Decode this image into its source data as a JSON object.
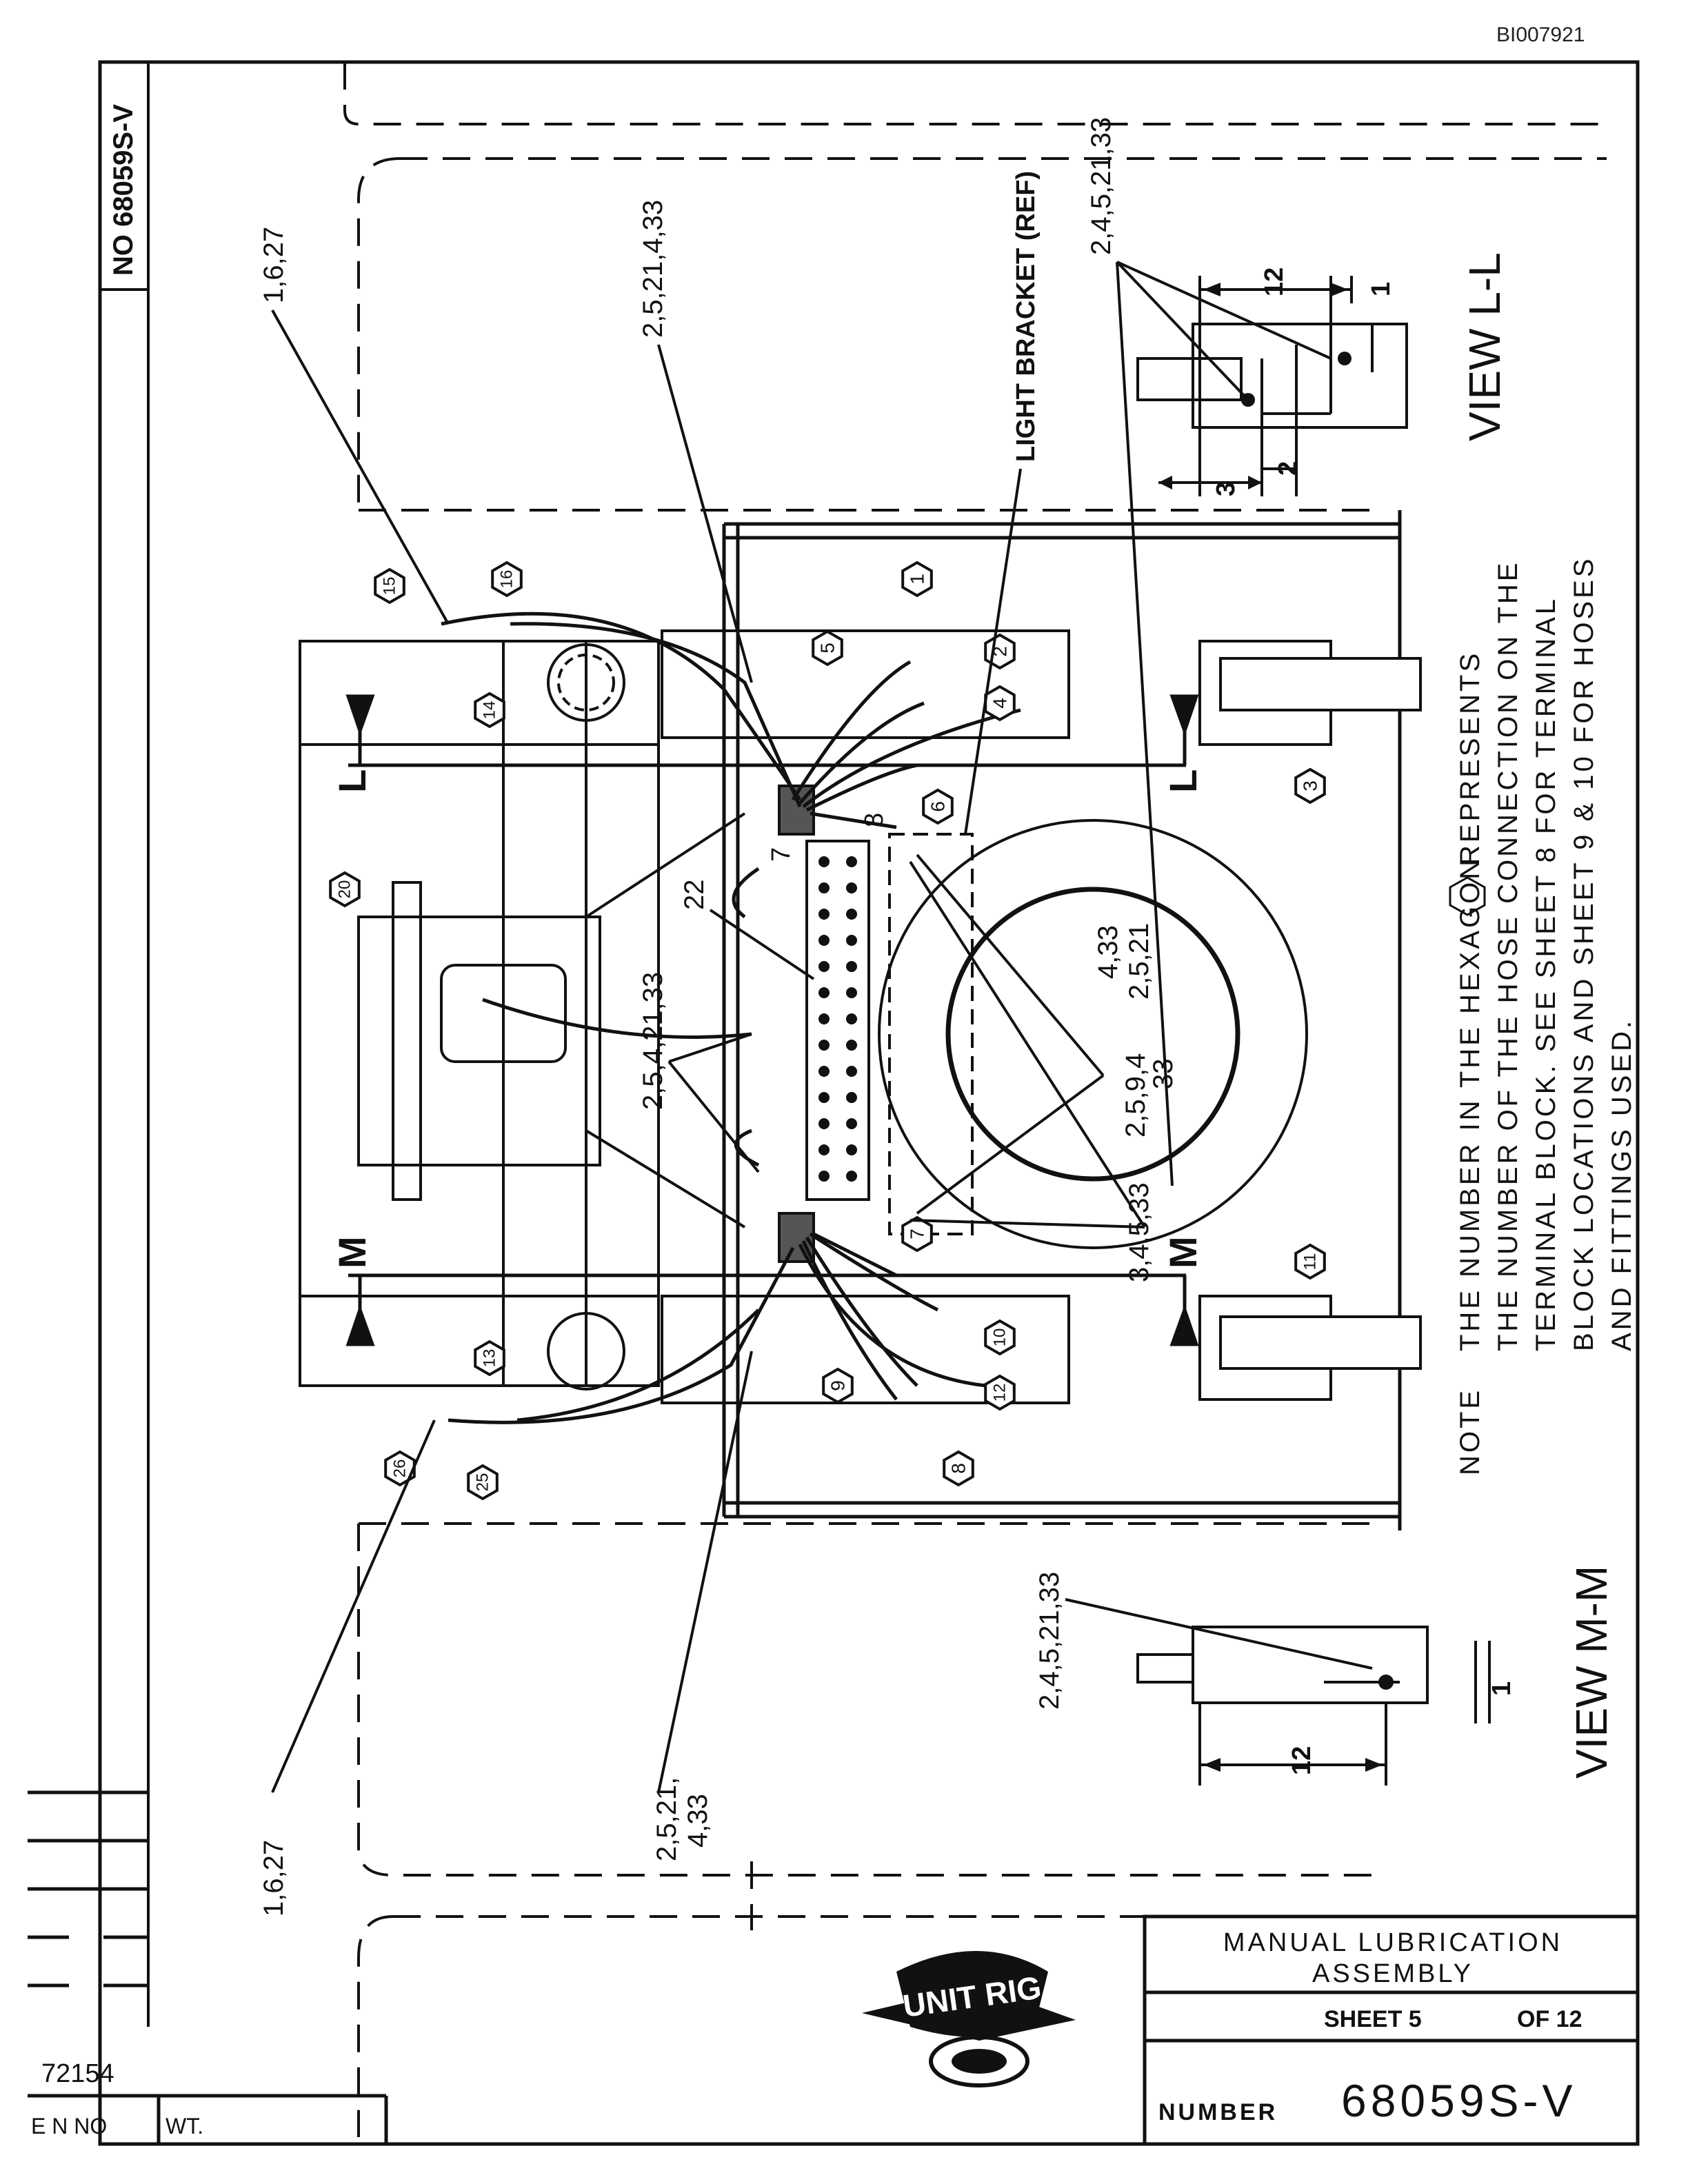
{
  "header": {
    "doc_id": "BI007921"
  },
  "side_number": "NO 68059S-V",
  "note": {
    "label": "NOTE",
    "lines": [
      "THE NUMBER IN THE HEXAGON",
      "REPRESENTS",
      "THE NUMBER OF THE HOSE CONNECTION ON THE",
      "TERMINAL BLOCK. SEE SHEET 8 FOR TERMINAL",
      "BLOCK LOCATIONS AND SHEET  9 & 10 FOR HOSES",
      "AND FITTINGS USED."
    ]
  },
  "views": {
    "ll": "VIEW L-L",
    "mm": "VIEW M-M"
  },
  "section_marks": {
    "l_top": "L",
    "l_bottom": "L",
    "m_top": "M",
    "m_bottom": "M"
  },
  "callouts": {
    "c1": "1,6,27",
    "c2": "2,5,21,4,33",
    "c3": "LIGHT BRACKET (REF)",
    "c4": "2,4,5,21,33",
    "c5": "2,5,4,21,33",
    "c6": "22",
    "c7": "2,5,9,4",
    "c7b": "33",
    "c8": "4,33",
    "c8b": "2,5,21",
    "c9": "3,4,5,33",
    "c10": "2,4,5,21,33",
    "c11": "2,5,21,",
    "c11b": "4,33",
    "c12": "1,6,27",
    "n7": "7",
    "n8": "8"
  },
  "dims": {
    "ll_12": "12",
    "ll_1": "1",
    "ll_3": "3",
    "ll_2": "2",
    "mm_12": "12",
    "mm_1": "1"
  },
  "hex_numbers": [
    "1",
    "2",
    "3",
    "4",
    "5",
    "6",
    "7",
    "8",
    "9",
    "10",
    "11",
    "12",
    "13",
    "14",
    "15",
    "16",
    "20",
    "25",
    "26"
  ],
  "title_block": {
    "title_line1": "MANUAL LUBRICATION",
    "title_line2": "ASSEMBLY",
    "sheet": "SHEET 5",
    "of": "OF 12",
    "number_label": "NUMBER",
    "number": "68059S-V",
    "logo": "UNIT RIG",
    "left_number": "72154",
    "col_item": "E N NO",
    "col_wt": "WT."
  }
}
